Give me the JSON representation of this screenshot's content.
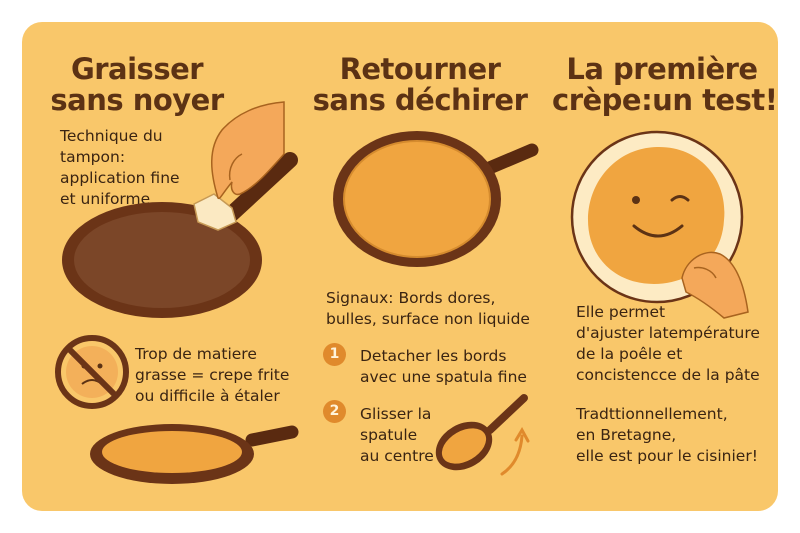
{
  "col1": {
    "title_line1": "Graisser",
    "title_line2": "sans noyer",
    "technique": [
      "Technique du",
      "tampon:",
      "application fine",
      "et uniforme"
    ],
    "warning": [
      "Trop de matiere",
      "grasse = crepe frite",
      "ou difficile à étaler"
    ]
  },
  "col2": {
    "title_line1": "Retourner",
    "title_line2": "sans déchirer",
    "signals": [
      "Signaux: Bords dores,",
      "bulles, surface non liquide"
    ],
    "step1_num": "1",
    "step1": [
      "Detacher les bords",
      "avec une spatula fine"
    ],
    "step2_num": "2",
    "step2": [
      "Glisser la",
      "spatule",
      "au centre"
    ]
  },
  "col3": {
    "title_line1": "La première",
    "title_line2": "crèpe:un test!",
    "adjust": [
      "Elle permet",
      "d'ajuster latempérature",
      "de la poêle et",
      "concistencce de la pâte"
    ],
    "tradition": [
      "Tradttionnellement,",
      "en Bretagne,",
      "elle est pour le cisinier!"
    ]
  },
  "icons": [
    "hand-with-butter-icon",
    "frying-pan-icon",
    "no-sad-face-icon",
    "pan-with-crepe-icon",
    "spatula-icon",
    "curved-arrow-icon",
    "smiling-crepe-icon",
    "hand-icon"
  ],
  "colors": {
    "background": "#f9c76a",
    "title": "#5c3214",
    "pan": "#6b3417",
    "crepe": "#f0a540",
    "accent": "#e08a2c"
  }
}
